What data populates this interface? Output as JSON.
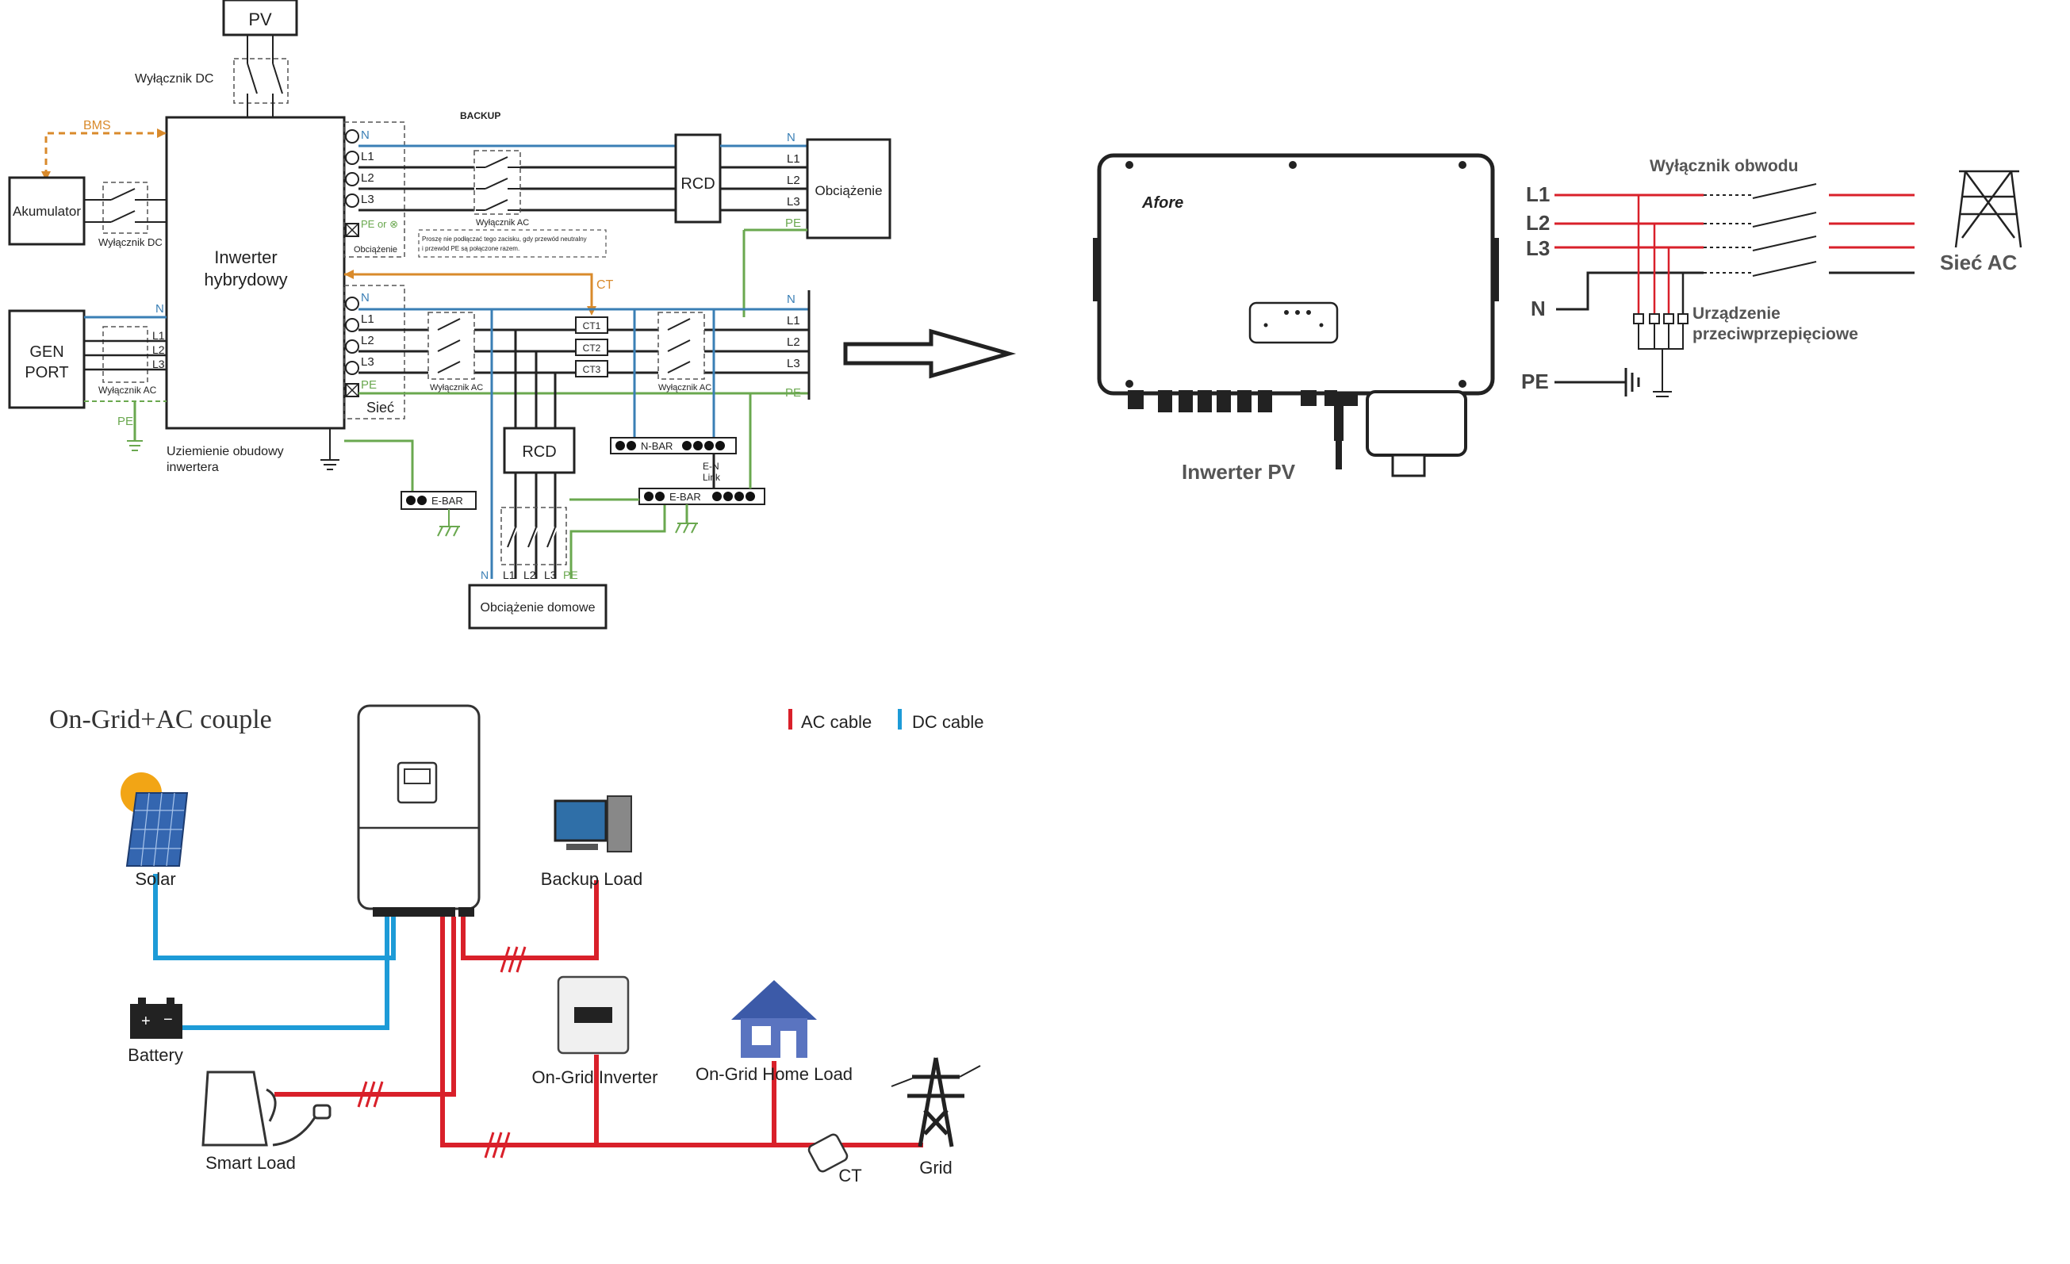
{
  "schematic": {
    "pv": "PV",
    "dc_breaker": "Wyłącznik DC",
    "bms": "BMS",
    "battery": "Akumulator",
    "battery_breaker": "Wyłącznik DC",
    "inverter": [
      "Inwerter",
      "hybrydowy"
    ],
    "backup": "BACKUP",
    "n": "N",
    "l1": "L1",
    "l2": "L2",
    "l3": "L3",
    "pe": "PE",
    "pe_or": "PE or ⊗",
    "obciazenie_small": "Obciążenie",
    "note_line1": "Proszę nie podłączać tego zacisku, gdy przewód neutralny",
    "note_line2": "i przewód PE są połączone razem.",
    "rcd": "RCD",
    "load": "Obciążenie",
    "ct": "CT",
    "ct1": "CT1",
    "ct2": "CT2",
    "ct3": "CT3",
    "gen_port": [
      "GEN",
      "PORT"
    ],
    "ac_breaker": "Wyłącznik AC",
    "grid": "Sieć",
    "grounding": [
      "Uziemienie obudowy",
      "inwertera"
    ],
    "n_bar": "N-BAR",
    "e_bar": "E-BAR",
    "en_link": [
      "E-N",
      "Link"
    ],
    "home_load": "Obciążenie domowe"
  },
  "pv_panel": {
    "brand": "Afore",
    "label": "Inwerter PV",
    "breaker_label": "Wyłącznik obwodu",
    "lines": [
      "L1",
      "L2",
      "L3",
      "N",
      "PE"
    ],
    "spd": [
      "Urządzenie",
      "przeciwprzepięciowe"
    ],
    "grid": "Sieć AC"
  },
  "ongrid": {
    "title": "On-Grid+AC couple",
    "legend": [
      {
        "label": "AC cable",
        "color": "#d9202a"
      },
      {
        "label": "DC cable",
        "color": "#1d9bd7"
      }
    ],
    "solar": "Solar",
    "backup_load": "Backup Load",
    "battery": "Battery",
    "ongrid_inverter": "On-Grid Inverter",
    "home_load": "On-Grid Home Load",
    "smart_load": "Smart Load",
    "ct": "CT",
    "grid": "Grid"
  },
  "colors": {
    "n_line": "#3a7fb5",
    "pe_line": "#6aa84f",
    "ct_line": "#d98a2b",
    "ac": "#d9202a",
    "dc": "#1d9bd7"
  }
}
